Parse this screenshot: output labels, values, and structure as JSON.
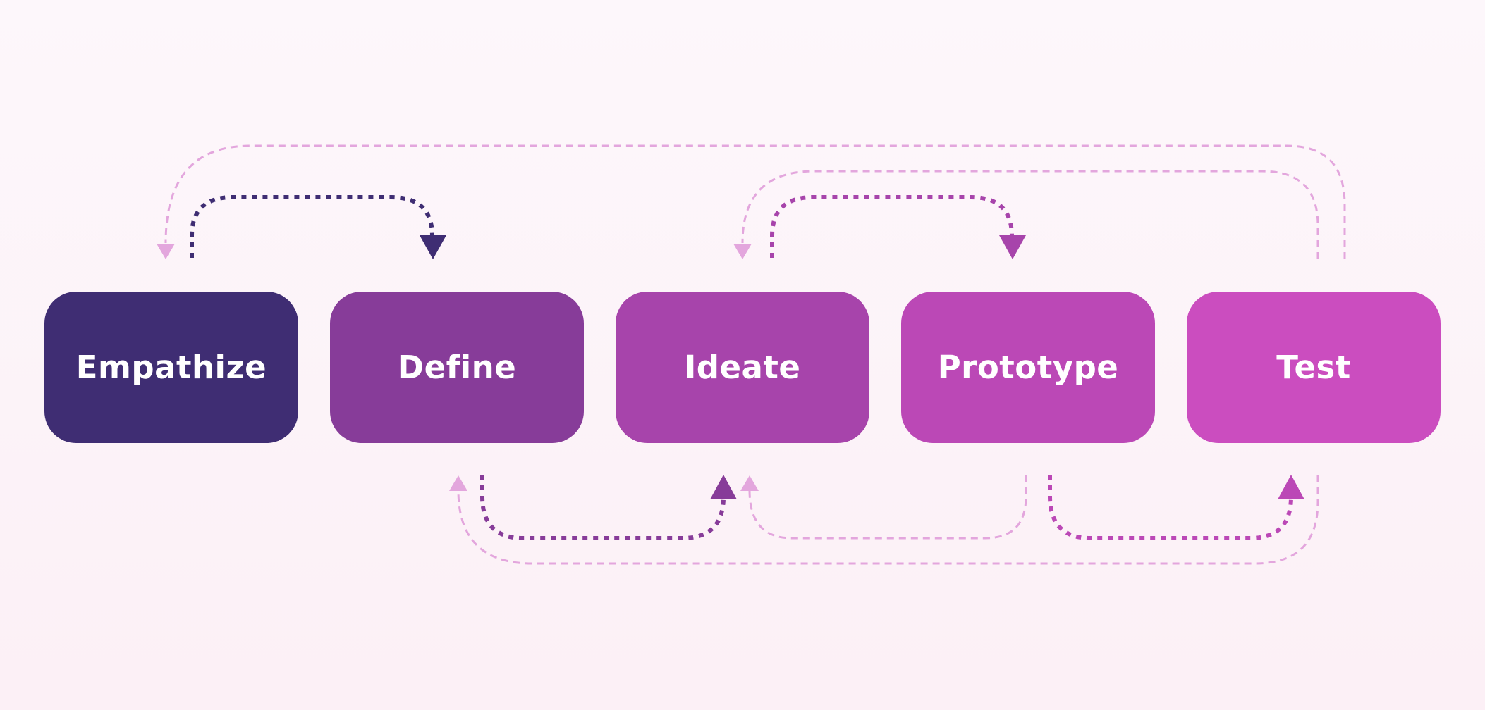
{
  "stages": [
    {
      "id": "empathize",
      "label": "Empathize",
      "color": "#3f2d73"
    },
    {
      "id": "define",
      "label": "Define",
      "color": "#873c99"
    },
    {
      "id": "ideate",
      "label": "Ideate",
      "color": "#a744ab"
    },
    {
      "id": "prototype",
      "label": "Prototype",
      "color": "#bb48b6"
    },
    {
      "id": "test",
      "label": "Test",
      "color": "#cb4dbf"
    }
  ],
  "connectors": [
    {
      "from": "empathize",
      "to": "define",
      "style": "dotted-bold",
      "color": "#3f2d73"
    },
    {
      "from": "ideate",
      "to": "prototype",
      "style": "dotted-bold",
      "color": "#a744ab"
    },
    {
      "from": "define",
      "to": "ideate",
      "style": "dotted-bold",
      "color": "#873c99"
    },
    {
      "from": "prototype",
      "to": "test",
      "style": "dotted-bold",
      "color": "#bb48b6"
    },
    {
      "from": "test",
      "to": "empathize",
      "style": "dashed-light",
      "color": "#e3a6dd"
    },
    {
      "from": "test",
      "to": "ideate",
      "style": "dashed-light",
      "color": "#e3a6dd"
    },
    {
      "from": "prototype",
      "to": "ideate",
      "style": "dashed-light",
      "color": "#e3a6dd"
    },
    {
      "from": "test",
      "to": "define",
      "style": "dashed-light",
      "color": "#e3a6dd"
    }
  ]
}
